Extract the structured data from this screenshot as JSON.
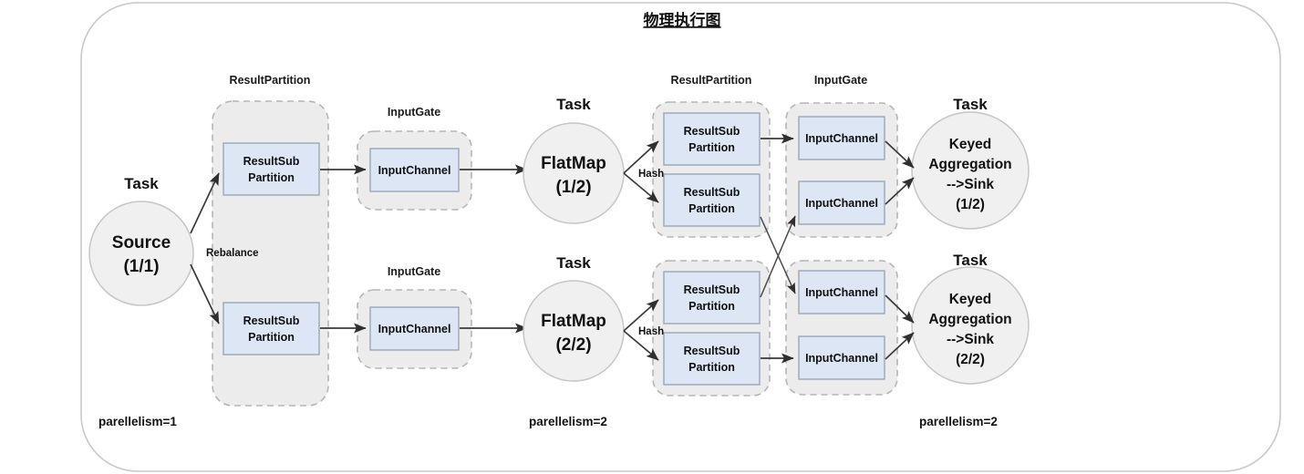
{
  "title": "物理执行图",
  "groups": {
    "result_partition": "ResultPartition",
    "input_gate": "InputGate",
    "task": "Task"
  },
  "boxes": {
    "result_sub_partition_line1": "ResultSub",
    "result_sub_partition_line2": "Partition",
    "input_channel": "InputChannel"
  },
  "edges": {
    "rebalance": "Rebalance",
    "hash": "Hash"
  },
  "parallelism": {
    "source": "parellelism=1",
    "flatmap": "parellelism=2",
    "sink": "parellelism=2"
  },
  "tasks": {
    "source": {
      "label": "Task",
      "name": "Source",
      "index": "(1/1)"
    },
    "flatmap1": {
      "label": "Task",
      "name": "FlatMap",
      "index": "(1/2)"
    },
    "flatmap2": {
      "label": "Task",
      "name": "FlatMap",
      "index": "(2/2)"
    },
    "sink1": {
      "label": "Task",
      "line1": "Keyed",
      "line2": "Aggregation",
      "line3": "-->Sink",
      "line4": "(1/2)"
    },
    "sink2": {
      "label": "Task",
      "line1": "Keyed",
      "line2": "Aggregation",
      "line3": "-->Sink",
      "line4": "(2/2)"
    }
  },
  "colors": {
    "subbox_fill": "#dce6f4",
    "subbox_stroke": "#9aa7b8",
    "group_fill": "#ececec",
    "group_stroke": "#b5b5b5",
    "circle_fill": "#f0f0f0",
    "circle_stroke": "#c6c6c6",
    "edge": "#3a3a3a",
    "frame_stroke": "#c9c9c9"
  }
}
